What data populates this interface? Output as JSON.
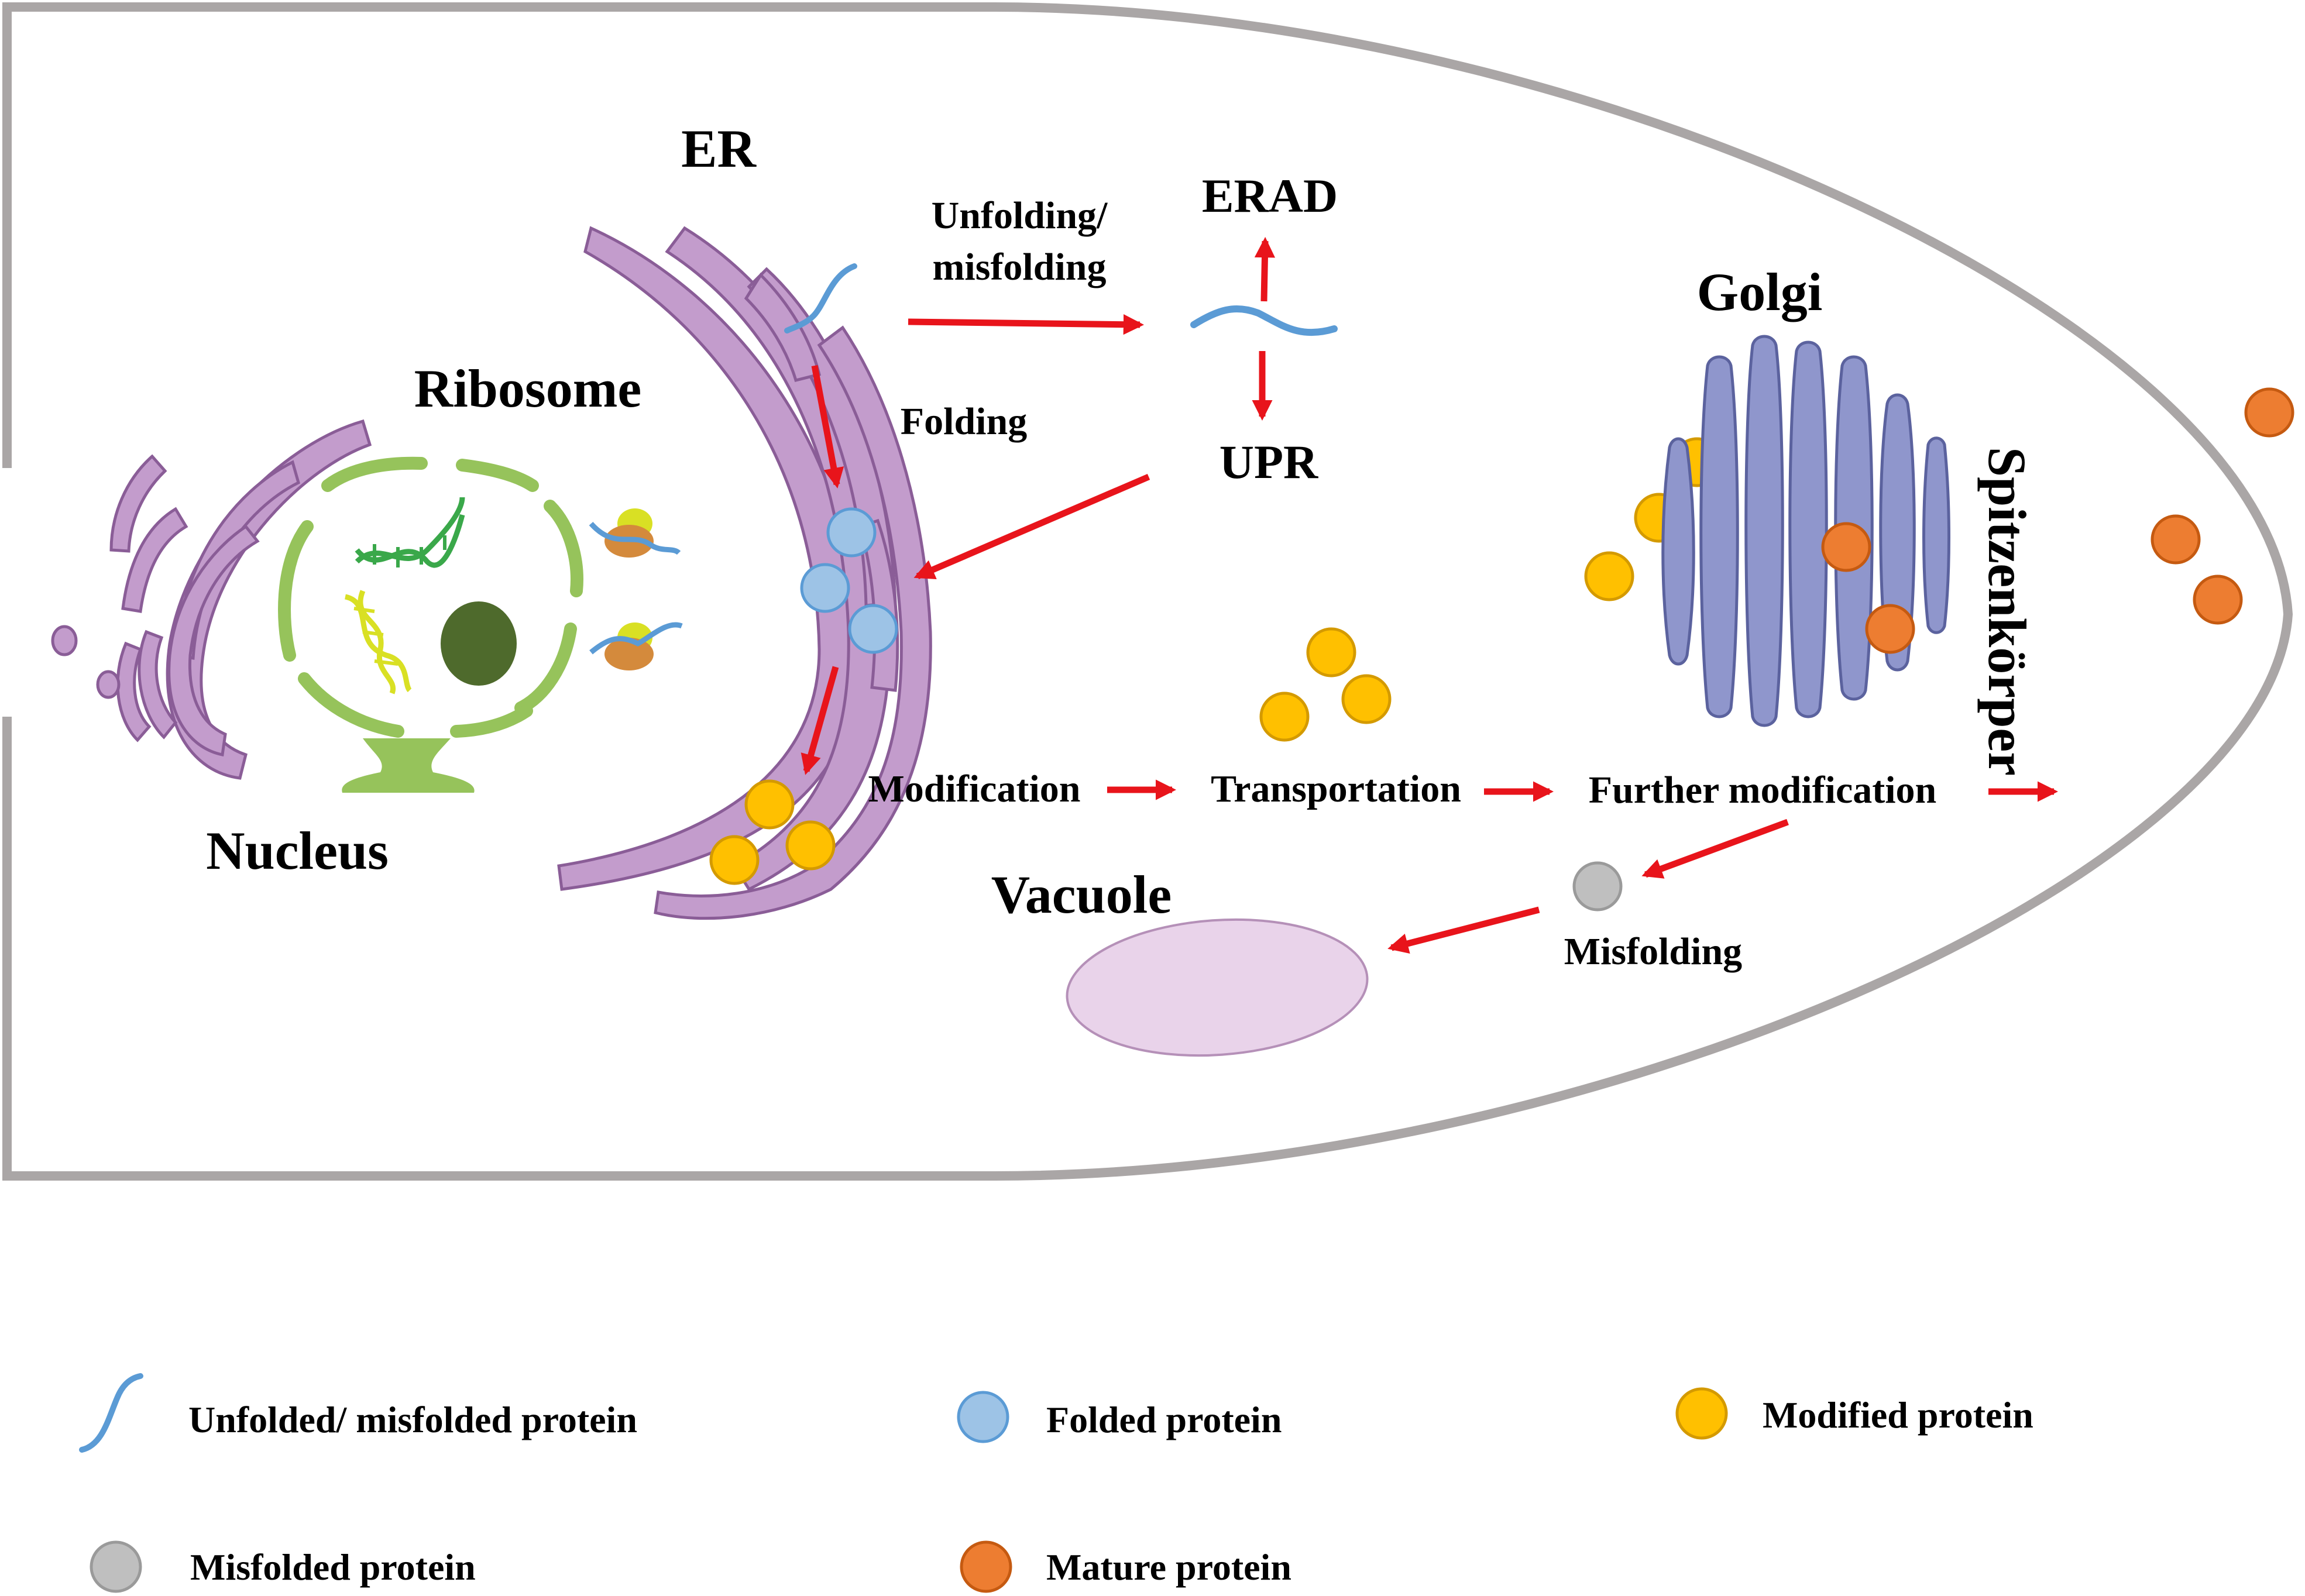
{
  "labels": {
    "er": "ER",
    "ribosome": "Ribosome",
    "nucleus": "Nucleus",
    "unfolding": "Unfolding/",
    "misfolding_line": "misfolding",
    "erad": "ERAD",
    "upr": "UPR",
    "folding": "Folding",
    "golgi": "Golgi",
    "spitzenkorper": "Spitzenkörper",
    "modification": "Modification",
    "transportation": "Transportation",
    "further_modification": "Further modification",
    "vacuole": "Vacuole",
    "misfolding": "Misfolding"
  },
  "legend": {
    "unfolded": "Unfolded/ misfolded protein",
    "folded": "Folded protein",
    "modified": "Modified protein",
    "misfolded": "Misfolded protein",
    "mature": "Mature protein"
  },
  "colors": {
    "cell_outline": "#aaa6a6",
    "er_fill": "#c39ccc",
    "er_stroke": "#8a5d97",
    "nucleus": "#96c35b",
    "nucleolus": "#4e6a2c",
    "arrow": "#e8141b",
    "unfolded_protein": "#5b9bd5",
    "folded_protein": "#9dc3e6",
    "modified_protein": "#ffc000",
    "misfolded_protein": "#bfbfbf",
    "mature_protein": "#ed7d31",
    "golgi_fill": "#8f96cc",
    "golgi_stroke": "#5b629e",
    "vacuole_fill": "#e9d3ea"
  }
}
